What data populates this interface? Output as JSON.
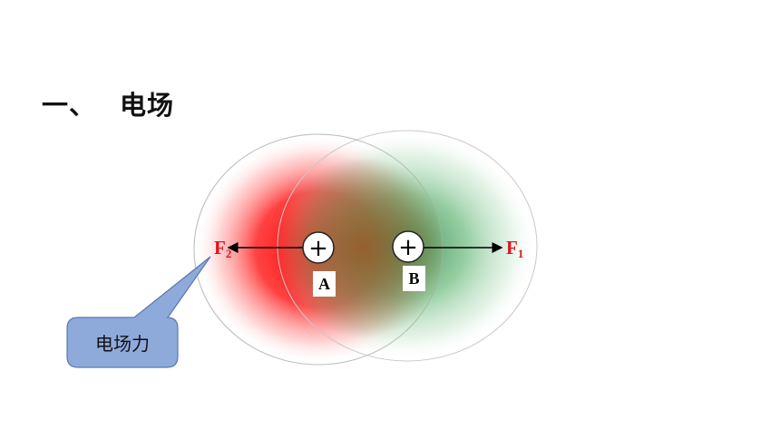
{
  "title": {
    "number": "一、",
    "text": "电场"
  },
  "charges": {
    "a": {
      "symbol": "+",
      "label": "A"
    },
    "b": {
      "symbol": "+",
      "label": "B"
    }
  },
  "forces": {
    "f2": {
      "letter": "F",
      "subscript": "2"
    },
    "f1": {
      "letter": "F",
      "subscript": "1"
    }
  },
  "callout": {
    "text": "电场力"
  },
  "colors": {
    "field_a": "#ff2a2a",
    "field_b": "#4caf6a",
    "force_label": "#e0131b",
    "callout_fill": "#8eaadb",
    "callout_stroke": "#5b78b0"
  }
}
